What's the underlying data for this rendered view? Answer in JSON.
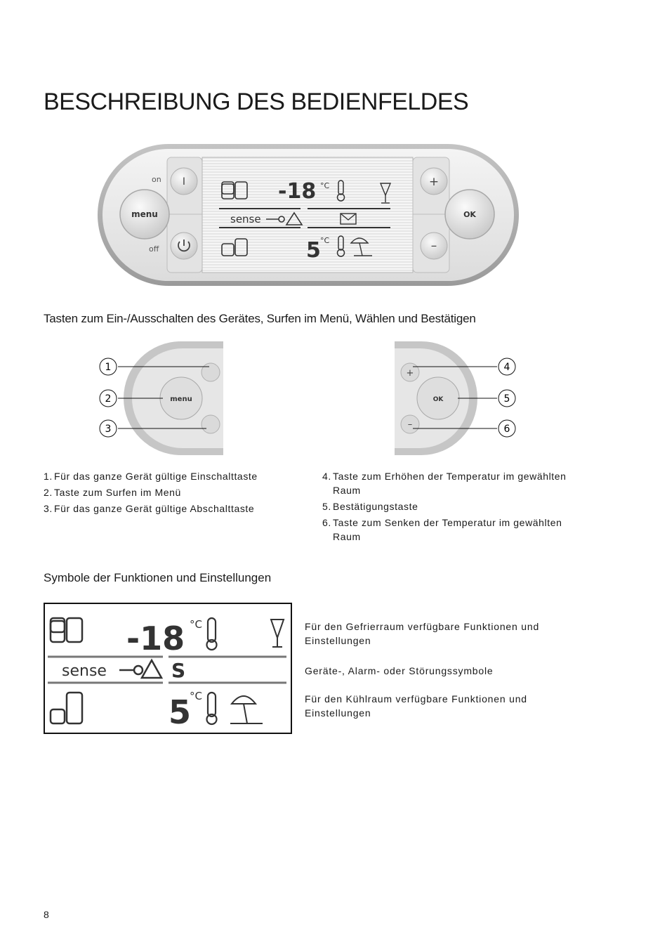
{
  "title": "BESCHREIBUNG DES BEDIENFELDES",
  "panel": {
    "on_label": "on",
    "off_label": "off",
    "power_on_glyph": "I",
    "menu_label": "menu",
    "plus_glyph": "+",
    "minus_glyph": "–",
    "ok_label": "OK",
    "freezer_temp": "-18",
    "fridge_temp": "5",
    "degree_unit": "°C",
    "sense_label": "sense"
  },
  "section1_heading": "Tasten zum Ein-/Ausschalten des Gerätes, Surfen im Menü, Wählen und Bestätigen",
  "callouts": [
    "1",
    "2",
    "3",
    "4",
    "5",
    "6"
  ],
  "buttons_left": [
    {
      "num": "1.",
      "text": "Für das ganze Gerät gültige Einschalttaste"
    },
    {
      "num": "2.",
      "text": "Taste zum Surfen im Menü"
    },
    {
      "num": "3.",
      "text": "Für das ganze Gerät gültige Abschalttaste"
    }
  ],
  "buttons_right": [
    {
      "num": "4.",
      "text": "Taste zum Erhöhen der Temperatur im gewählten Raum"
    },
    {
      "num": "5.",
      "text": "Bestätigungstaste"
    },
    {
      "num": "6.",
      "text": "Taste zum Senken der Temperatur im gewählten Raum"
    }
  ],
  "section2_heading": "Symbole der Funktionen und Einstellungen",
  "symbol_descriptions": [
    "Für den Gefrierraum verfügbare Funktionen und Einstellungen",
    "Geräte-, Alarm- oder Störungssymbole",
    "Für den Kühlraum verfügbare Funktionen und Einstellungen"
  ],
  "page_number": "8"
}
